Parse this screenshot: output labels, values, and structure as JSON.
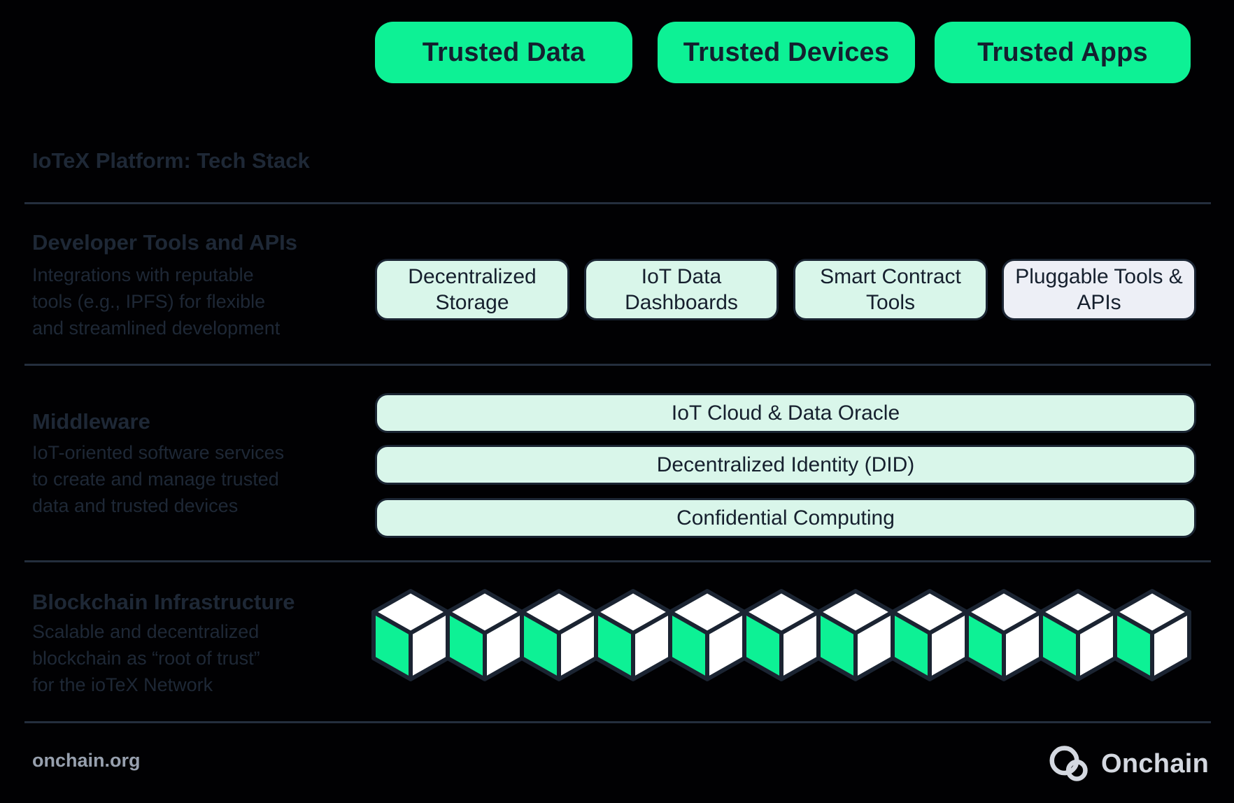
{
  "colors": {
    "accent_green": "#0DF195",
    "light_green": "#D9F6EA",
    "light_lavender": "#EDEFF6",
    "dark_navy_text": "#1E2836",
    "outline_navy": "#1B2432",
    "cube_white": "#FFFFFF",
    "footer_grey": "#97A0AE",
    "logo_grey": "#D4D8E0"
  },
  "trust_pills": [
    {
      "label": "Trusted Data"
    },
    {
      "label": "Trusted Devices"
    },
    {
      "label": "Trusted Apps"
    }
  ],
  "title": "IoTeX Platform: Tech Stack",
  "sections": {
    "developer_tools": {
      "heading": "Developer Tools and APIs",
      "description_lines": [
        "Integrations with reputable",
        "tools (e.g., IPFS) for flexible",
        "and streamlined development"
      ],
      "boxes": [
        {
          "label": "Decentralized Storage"
        },
        {
          "label": "IoT Data Dashboards"
        },
        {
          "label": "Smart Contract Tools"
        },
        {
          "label": "Pluggable Tools & APIs"
        }
      ]
    },
    "middleware": {
      "heading": "Middleware",
      "description_lines": [
        "IoT-oriented software services",
        "to create and manage trusted",
        "data and trusted devices"
      ],
      "bars": [
        {
          "label": "IoT Cloud & Data Oracle"
        },
        {
          "label": "Decentralized Identity (DID)"
        },
        {
          "label": "Confidential Computing"
        }
      ]
    },
    "blockchain": {
      "heading": "Blockchain Infrastructure",
      "description_lines": [
        "Scalable and decentralized",
        "blockchain as “root of trust”",
        "for the ioTeX Network"
      ],
      "cube_icon": "blockchain-cube-icon",
      "cube_count": 11
    }
  },
  "footer": {
    "site": "onchain.org",
    "brand": "Onchain",
    "logo_icon": "onchain-knot-icon"
  }
}
